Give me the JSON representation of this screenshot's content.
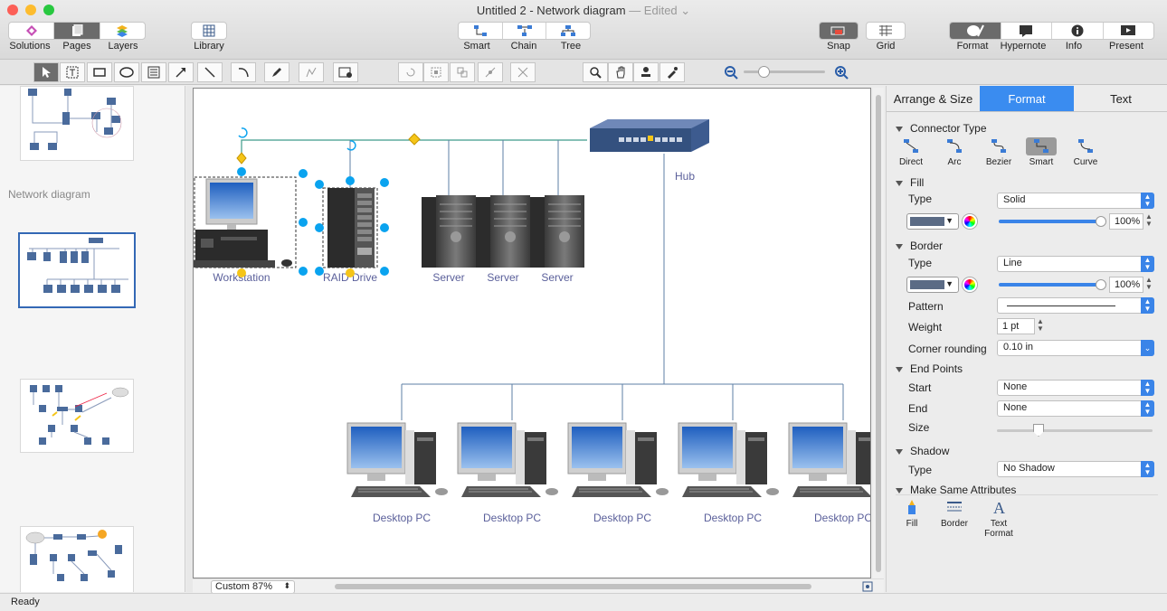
{
  "window": {
    "title": "Untitled 2 - Network diagram",
    "edited": "— Edited ⌄"
  },
  "toolbar": {
    "left_group": [
      "Solutions",
      "Pages",
      "Layers"
    ],
    "library": "Library",
    "layout_group": [
      "Smart",
      "Chain",
      "Tree"
    ],
    "snap": "Snap",
    "grid": "Grid",
    "right_group": [
      "Format",
      "Hypernote",
      "Info",
      "Present"
    ]
  },
  "left_panel": {
    "page_title": "Network diagram"
  },
  "canvas": {
    "labels": {
      "hub": "Hub",
      "workstation": "Workstation",
      "raid": "RAID Drive",
      "servers": [
        "Server",
        "Server",
        "Server"
      ],
      "desktops": [
        "Desktop PC",
        "Desktop PC",
        "Desktop PC",
        "Desktop PC",
        "Desktop PC"
      ]
    }
  },
  "zoom": {
    "value": "Custom 87%"
  },
  "status": {
    "text": "Ready"
  },
  "inspector": {
    "tabs": [
      "Arrange & Size",
      "Format",
      "Text"
    ],
    "active_tab": "Format",
    "connector_type": {
      "title": "Connector Type",
      "items": [
        "Direct",
        "Arc",
        "Bezier",
        "Smart",
        "Curve"
      ],
      "selected": "Smart"
    },
    "fill": {
      "title": "Fill",
      "type_label": "Type",
      "type": "Solid",
      "opacity": "100%",
      "color": "#5b6b85"
    },
    "border": {
      "title": "Border",
      "type_label": "Type",
      "type": "Line",
      "opacity": "100%",
      "pattern_label": "Pattern",
      "weight_label": "Weight",
      "weight": "1 pt",
      "corner_label": "Corner rounding",
      "corner": "0.10 in"
    },
    "end_points": {
      "title": "End Points",
      "start_label": "Start",
      "start": "None",
      "end_label": "End",
      "end": "None",
      "size_label": "Size"
    },
    "shadow": {
      "title": "Shadow",
      "type_label": "Type",
      "type": "No Shadow"
    },
    "make_same": {
      "title": "Make Same Attributes",
      "items": [
        "Fill",
        "Border",
        "Text\nFormat"
      ]
    }
  },
  "colors": {
    "accent": "#3a84e8",
    "selection": "#0aa3ef",
    "diamond": "#f5c518",
    "connector_green": "#3d9b8a",
    "connector_blue": "#5e7fa6"
  }
}
